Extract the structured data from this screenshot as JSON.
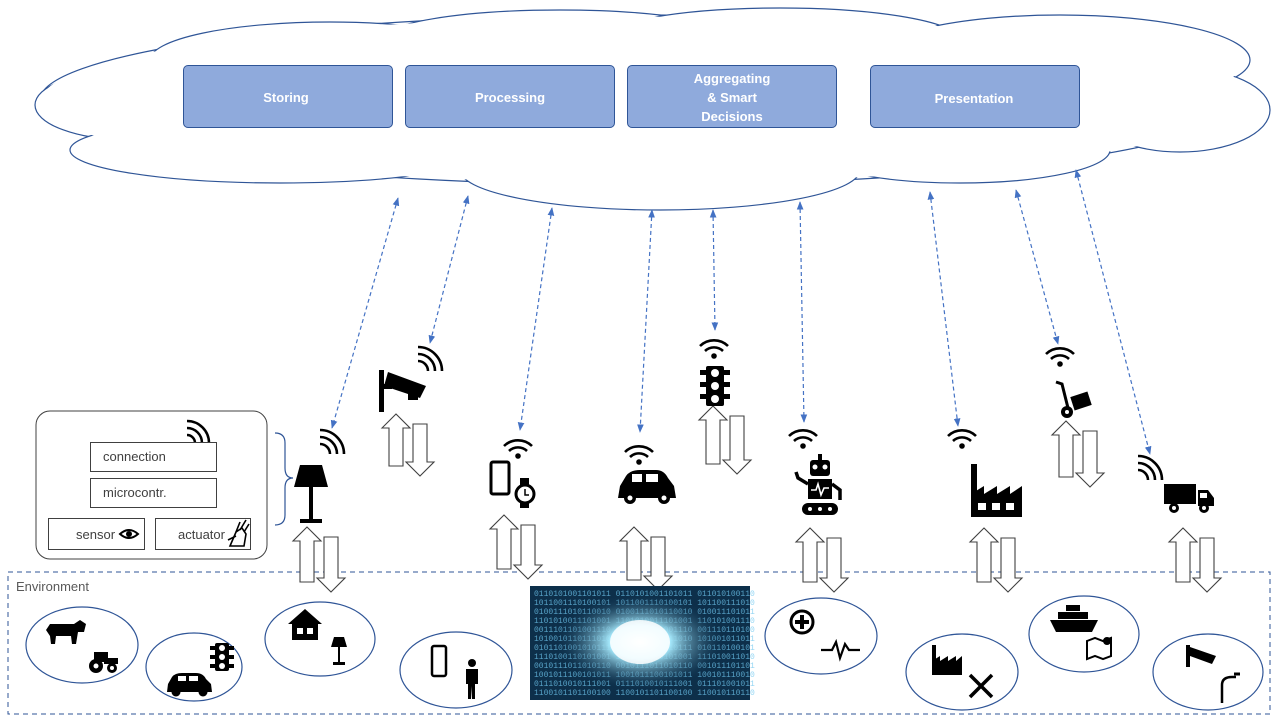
{
  "services": [
    {
      "label": "Storing",
      "icon": "database-icon"
    },
    {
      "label": "Processing",
      "icon": "gears-icon"
    },
    {
      "label": "Aggregating & Smart Decisions",
      "lines": [
        "Aggregating",
        "& Smart",
        "Decisions"
      ],
      "icon": "brain-head-icon"
    },
    {
      "label": "Presentation",
      "icon": "speedometer-icon"
    }
  ],
  "device_legend": {
    "connection": "connection",
    "microcontroller": "microcontr.",
    "sensor": "sensor",
    "actuator": "actuator"
  },
  "environment": {
    "label": "Environment"
  },
  "devices": [
    "floor-lamp-icon",
    "security-camera-icon",
    "smartphone-watch-icon",
    "car-icon",
    "traffic-light-icon",
    "robot-icon",
    "factory-icon",
    "hand-truck-icon",
    "delivery-truck-icon"
  ],
  "colors": {
    "cloud_stroke": "#2f5597",
    "service_fill": "#8faadc",
    "service_text": "#ffffff",
    "link_arrow": "#4472c4",
    "icon": "#000000"
  }
}
